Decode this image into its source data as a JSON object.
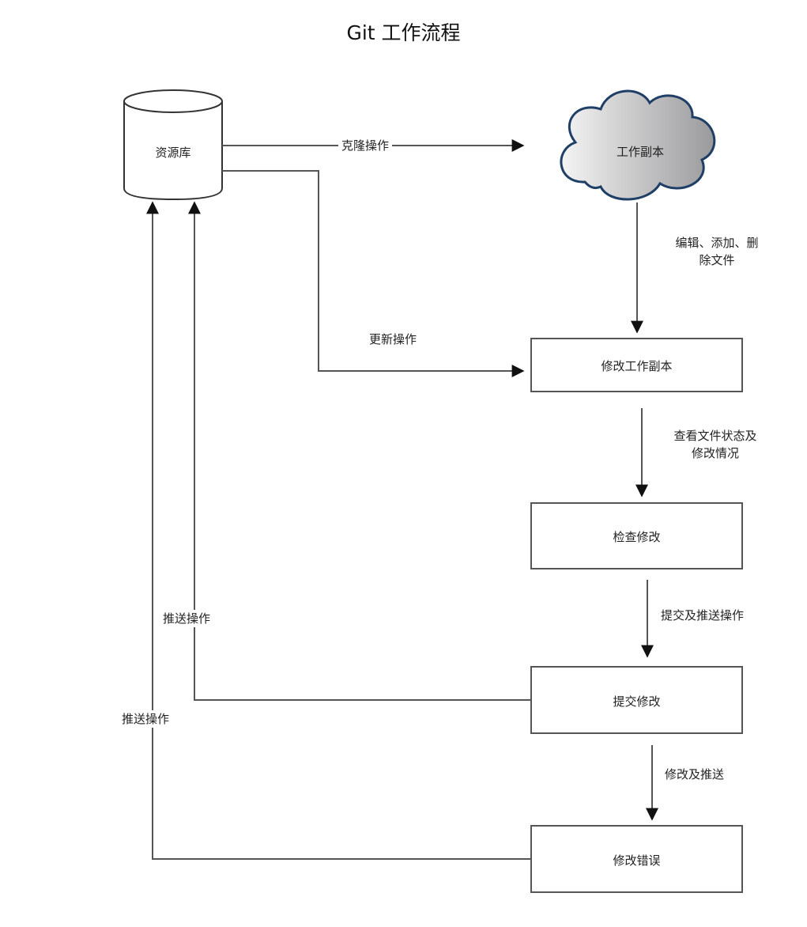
{
  "title": "Git 工作流程",
  "nodes": {
    "repository": "资源库",
    "working_copy": "工作副本",
    "modify_working_copy": "修改工作副本",
    "review_changes": "检查修改",
    "commit_changes": "提交修改",
    "fix_errors": "修改错误"
  },
  "edges": {
    "clone": "克隆操作",
    "update": "更新操作",
    "edit_line1": "编辑、添加、删",
    "edit_line2": "除文件",
    "status_line1": "查看文件状态及",
    "status_line2": "修改情况",
    "commit_push": "提交及推送操作",
    "amend_push": "修改及推送",
    "push_from_commit": "推送操作",
    "push_from_fix": "推送操作"
  },
  "colors": {
    "cloud_stroke": "#1f3f66",
    "cloud_fill_light": "#f4f4f4",
    "cloud_fill_dark": "#9a9a9c",
    "line": "#555555",
    "arrow": "#111111"
  }
}
